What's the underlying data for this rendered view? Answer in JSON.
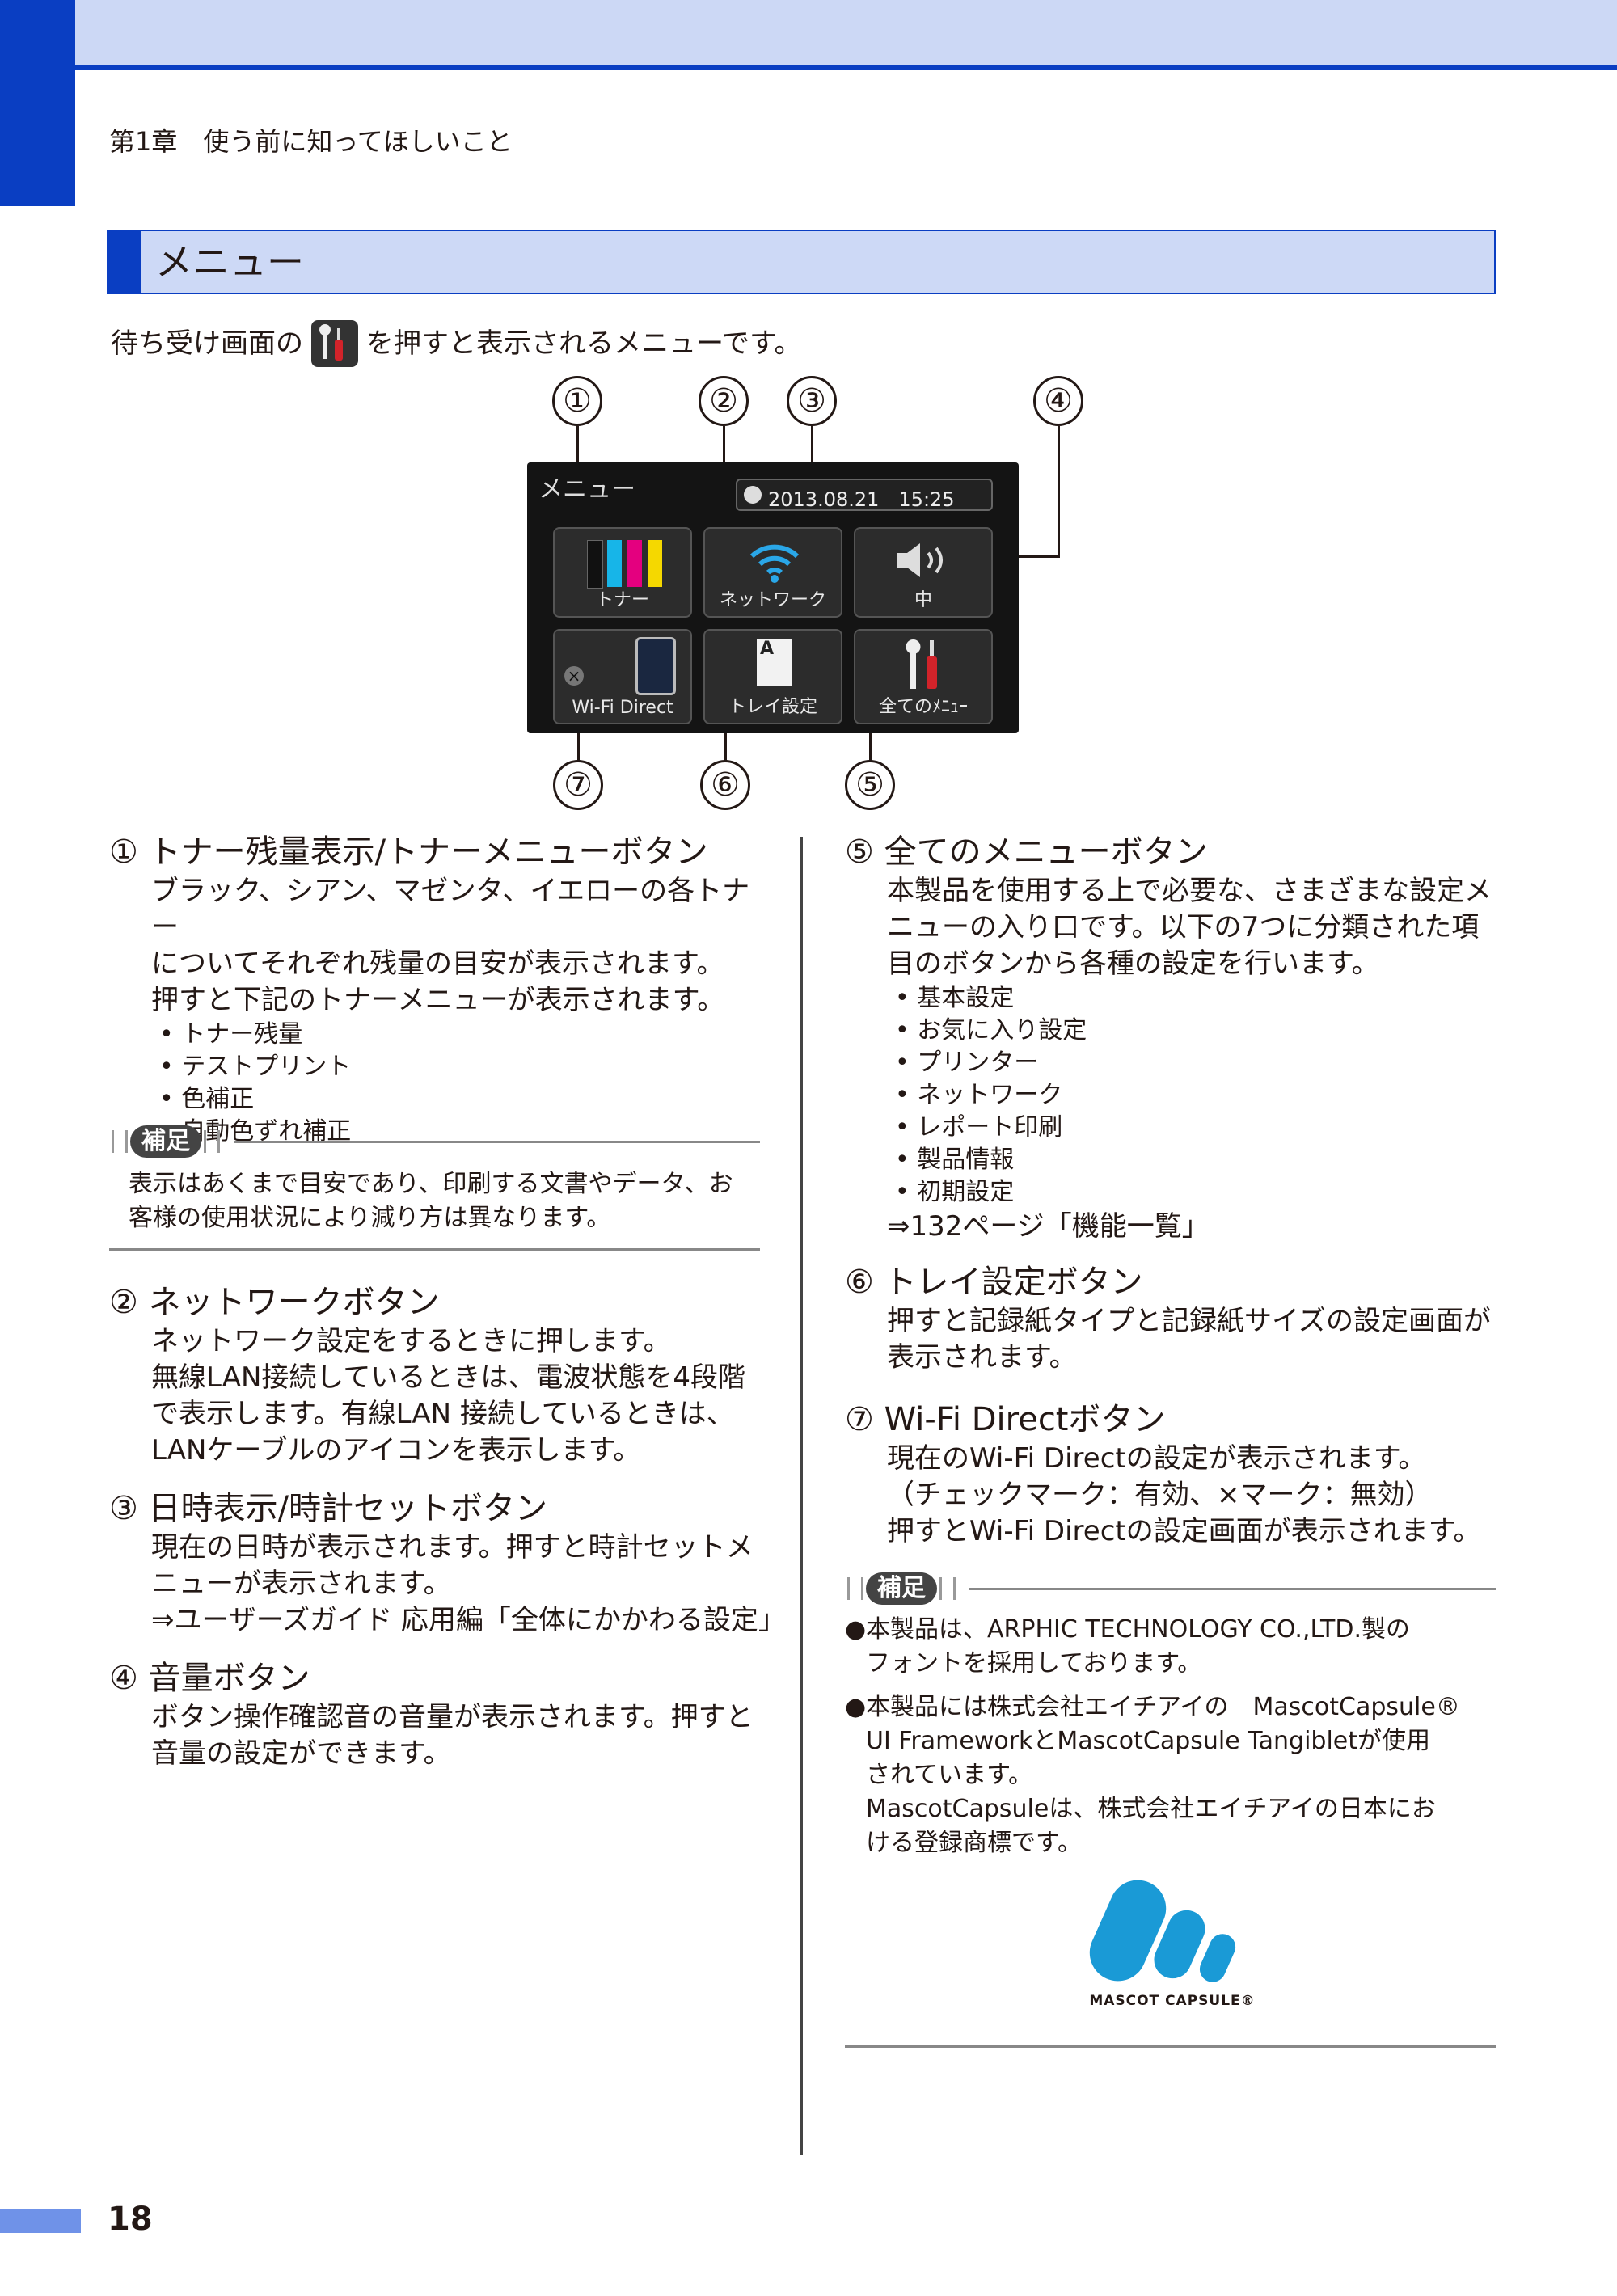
{
  "header": {
    "chapter": "第1章　使う前に知ってほしいこと"
  },
  "section": {
    "title": "メニュー"
  },
  "intro": {
    "before": "待ち受け画面の",
    "after": "を押すと表示されるメニューです。"
  },
  "screen": {
    "title": "メニュー",
    "datetime": "2013.08.21　15:25",
    "tiles": [
      "トナー",
      "ネットワーク",
      "中",
      "Wi-Fi Direct",
      "トレイ設定",
      "全てのﾒﾆｭｰ"
    ]
  },
  "callouts": [
    "①",
    "②",
    "③",
    "④",
    "⑤",
    "⑥",
    "⑦"
  ],
  "left": {
    "s1": {
      "num": "①",
      "title": "トナー残量表示/トナーメニューボタン",
      "body": [
        "ブラック、シアン、マゼンタ、イエローの各トナー",
        "についてそれぞれ残量の目安が表示されます。",
        "押すと下記のトナーメニューが表示されます。"
      ],
      "bullets": [
        "トナー残量",
        "テストプリント",
        "色補正",
        "自動色ずれ補正"
      ]
    },
    "note1": {
      "label": "補足",
      "text": [
        "表示はあくまで目安であり、印刷する文書やデータ、お",
        "客様の使用状況により減り方は異なります。"
      ]
    },
    "s2": {
      "num": "②",
      "title": "ネットワークボタン",
      "body": [
        "ネットワーク設定をするときに押します。",
        "無線LAN接続しているときは、電波状態を4段階",
        "で表示します。有線LAN 接続しているときは、",
        "LANケーブルのアイコンを表示します。"
      ]
    },
    "s3": {
      "num": "③",
      "title": "日時表示/時計セットボタン",
      "body": [
        "現在の日時が表示されます。押すと時計セットメ",
        "ニューが表示されます。",
        "⇒ユーザーズガイド 応用編「全体にかかわる設定」"
      ]
    },
    "s4": {
      "num": "④",
      "title": "音量ボタン",
      "body": [
        "ボタン操作確認音の音量が表示されます。押すと",
        "音量の設定ができます。"
      ]
    }
  },
  "right": {
    "s5": {
      "num": "⑤",
      "title": "全てのメニューボタン",
      "body": [
        "本製品を使用する上で必要な、さまざまな設定メ",
        "ニューの入り口です。以下の7つに分類された項",
        "目のボタンから各種の設定を行います。"
      ],
      "bullets": [
        "基本設定",
        "お気に入り設定",
        "プリンター",
        "ネットワーク",
        "レポート印刷",
        "製品情報",
        "初期設定"
      ],
      "ref": "⇒132ページ「機能一覧」"
    },
    "s6": {
      "num": "⑥",
      "title": "トレイ設定ボタン",
      "body": [
        "押すと記録紙タイプと記録紙サイズの設定画面が",
        "表示されます。"
      ]
    },
    "s7": {
      "num": "⑦",
      "title": "Wi-Fi Directボタン",
      "body": [
        "現在のWi-Fi Directの設定が表示されます。",
        "（チェックマーク：有効、×マーク：無効）",
        "押すとWi-Fi Directの設定画面が表示されます。"
      ]
    },
    "note2": {
      "label": "補足",
      "items": [
        [
          "本製品は、ARPHIC TECHNOLOGY CO.,LTD.製の",
          "フォントを採用しております。"
        ],
        [
          "本製品には株式会社エイチアイの　MascotCapsule®",
          "UI FrameworkとMascotCapsule Tangibletが使用",
          "されています。",
          "MascotCapsuleは、株式会社エイチアイの日本にお",
          "ける登録商標です。"
        ]
      ]
    },
    "logo_text": "MASCOT CAPSULE®"
  },
  "footer": {
    "page": "18"
  },
  "colors": {
    "accent": "#0a3ec2",
    "band": "#ccd8f5",
    "logo": "#1a9ad6"
  }
}
